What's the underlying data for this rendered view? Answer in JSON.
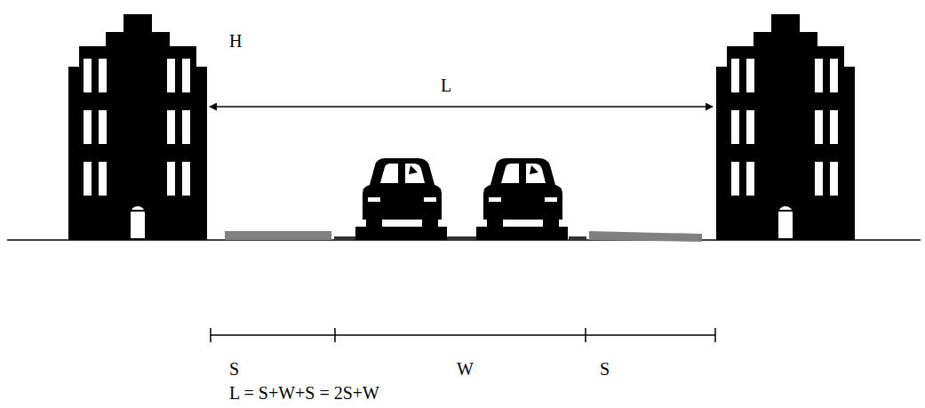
{
  "diagram": {
    "labels": [
      "H",
      "L",
      "S",
      "W",
      "S",
      "L = S+W+S = 2S+W"
    ]
  }
}
